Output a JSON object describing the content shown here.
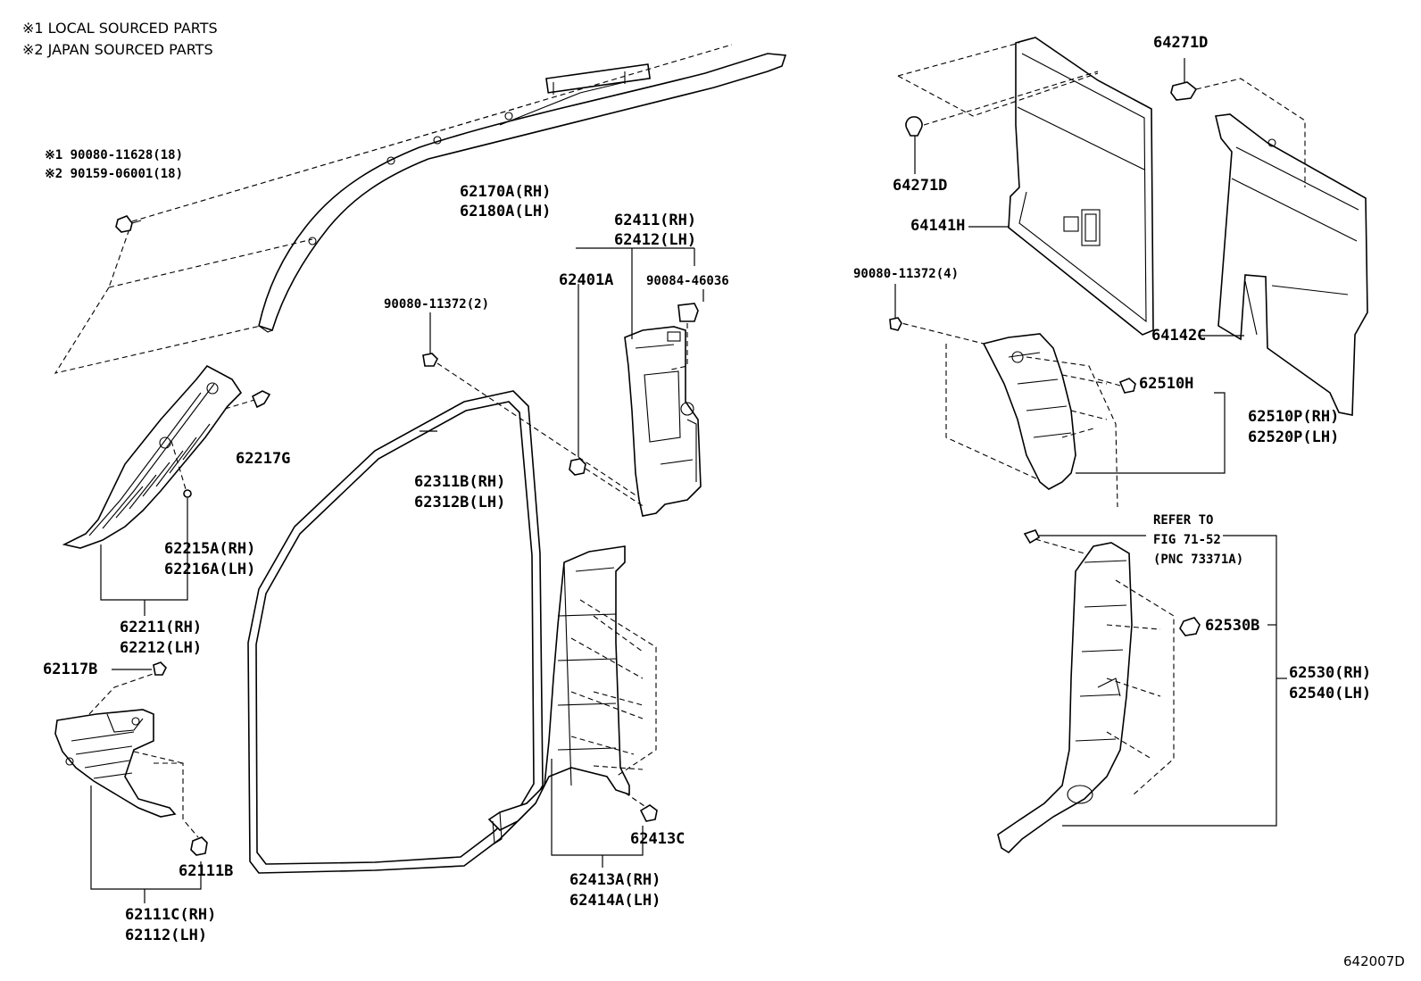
{
  "notes": {
    "line1": "※1 LOCAL SOURCED PARTS",
    "line2": "※2 JAPAN SOURCED PARTS"
  },
  "figure_number": "642007D",
  "labels": {
    "bolt_local": "※1 90080-11628(18)",
    "bolt_japan": "※2 90159-06001(18)",
    "rail_rh": "62170A(RH)",
    "rail_lh": "62180A(LH)",
    "pillar_upper_rh": "62411(RH)",
    "pillar_upper_lh": "62412(LH)",
    "clip_62401a": "62401A",
    "clip_90084": "90084-46036",
    "screw_90080_2": "90080-11372(2)",
    "weatherstrip_rh": "62311B(RH)",
    "weatherstrip_lh": "62312B(LH)",
    "clip_62217g": "62217G",
    "garnish_62215a": "62215A(RH)",
    "garnish_62216a": "62216A(LH)",
    "garnish_assy_rh": "62211(RH)",
    "garnish_assy_lh": "62212(LH)",
    "clip_62117b": "62117B",
    "clip_62111b": "62111B",
    "cowl_rh": "62111C(RH)",
    "cowl_lh": "62112(LH)",
    "clip_62413c": "62413C",
    "pillar_lower_rh": "62413A(RH)",
    "pillar_lower_lh": "62414A(LH)",
    "clip_64271d_top": "64271D",
    "clip_64271d_left": "64271D",
    "panel_64141h": "64141H",
    "panel_64142c": "64142C",
    "screw_90080_4": "90080-11372(4)",
    "clip_62510h": "62510H",
    "quarter_upper_rh": "62510P(RH)",
    "quarter_upper_lh": "62520P(LH)",
    "refer_line1": "REFER TO",
    "refer_line2": "FIG 71-52",
    "refer_line3": "(PNC 73371A)",
    "clip_62530b": "62530B",
    "quarter_lower_rh": "62530(RH)",
    "quarter_lower_lh": "62540(LH)"
  }
}
